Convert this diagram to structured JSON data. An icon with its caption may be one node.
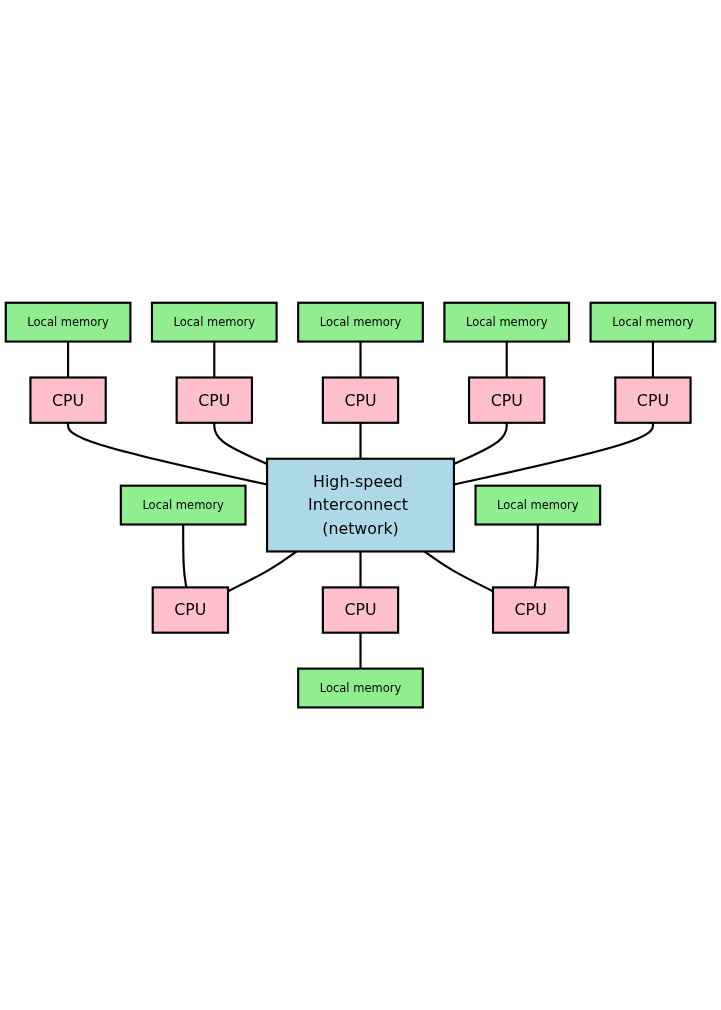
{
  "diagram": {
    "nodes": [
      {
        "text": [
          "Local memory"
        ]
      },
      {
        "text": [
          "Local memory"
        ]
      },
      {
        "text": [
          "Local memory"
        ]
      },
      {
        "text": [
          "CPU"
        ]
      },
      {
        "text": [
          "CPU"
        ]
      },
      {
        "text": [
          "CPU"
        ]
      },
      {
        "text": [
          "Local memory"
        ]
      },
      {
        "text": [
          "Local memory"
        ]
      },
      {
        "text": [
          "High-speed Interconnect (network)"
        ]
      },
      {
        "text": [
          "CPU"
        ]
      },
      {
        "text": [
          "CPU"
        ]
      },
      {
        "text": [
          "Local memory"
        ]
      },
      {
        "text": [
          "Local memory"
        ]
      },
      {
        "text": [
          "CPU"
        ]
      },
      {
        "text": [
          "CPU"
        ]
      },
      {
        "text": [
          "CPU"
        ]
      },
      {
        "text": [
          "Local memory"
        ]
      }
    ],
    "edges": [
      {
        "from": 0,
        "to": 3,
        "arrow": "none"
      },
      {
        "from": 1,
        "to": 4,
        "arrow": "none"
      },
      {
        "from": 2,
        "to": 5,
        "arrow": "none"
      },
      {
        "from": 3,
        "to": 8,
        "arrow": "none"
      },
      {
        "from": 4,
        "to": 8,
        "arrow": "none"
      },
      {
        "from": 5,
        "to": 8,
        "arrow": "none"
      },
      {
        "from": 6,
        "to": 9,
        "arrow": "none"
      },
      {
        "from": 7,
        "to": 10,
        "arrow": "none"
      },
      {
        "from": 9,
        "to": 8,
        "arrow": "none"
      },
      {
        "from": 8,
        "to": 10,
        "arrow": "none"
      },
      {
        "from": 11,
        "to": 13,
        "arrow": "none"
      },
      {
        "from": 12,
        "to": 15,
        "arrow": "none"
      },
      {
        "from": 13,
        "to": 8,
        "arrow": "none"
      },
      {
        "from": 8,
        "to": 14,
        "arrow": "none"
      },
      {
        "from": 8,
        "to": 15,
        "arrow": "none"
      },
      {
        "from": 14,
        "to": 16,
        "arrow": "none"
      }
    ]
  }
}
